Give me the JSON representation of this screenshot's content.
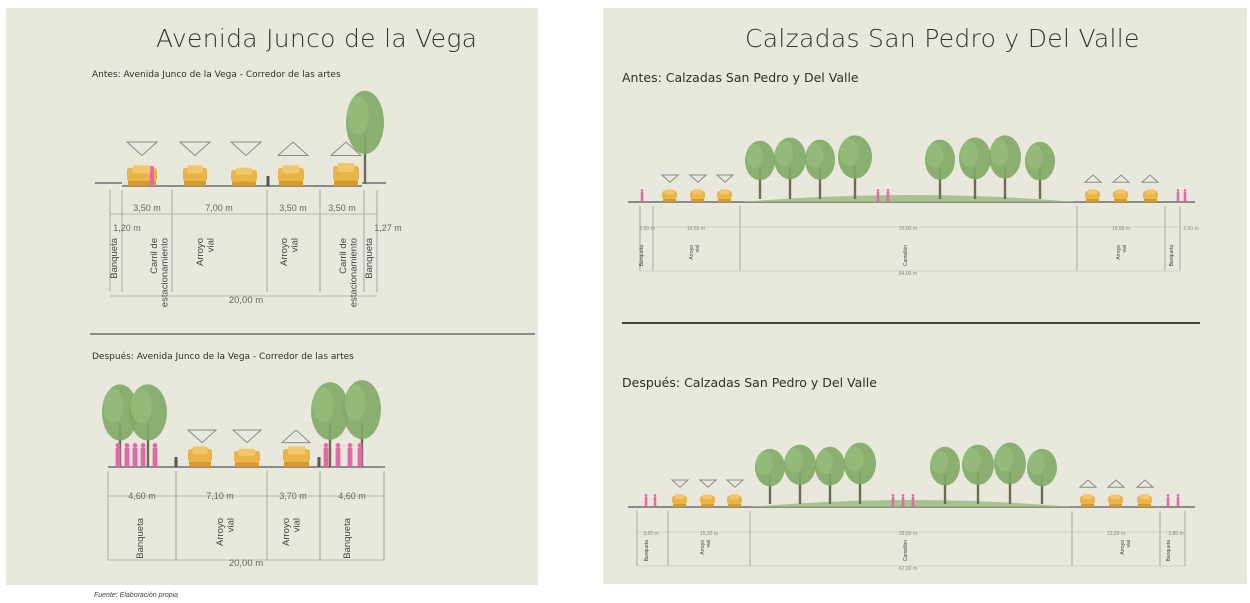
{
  "left": {
    "title": "Avenida Junco de la Vega",
    "before": {
      "caption": "Antes: Avenida Junco de la Vega - Corredor de las artes",
      "top_dims": [
        "3,50 m",
        "7,00 m",
        "3,50 m",
        "3,50 m"
      ],
      "edge_dims": [
        "1,20 m",
        "1,27 m"
      ],
      "labels": [
        "Banqueta",
        "Carril de estacionamiento",
        "Arroyo vial",
        "Arroyo vial",
        "Carril de estacionamiento",
        "Banqueta"
      ],
      "total": "20,00 m"
    },
    "after": {
      "caption": "Después: Avenida Junco de la Vega - Corredor de las artes",
      "dims": [
        "4,60 m",
        "7,10 m",
        "3,70 m",
        "4,60 m"
      ],
      "labels": [
        "Banqueta",
        "Arroyo vial",
        "Arroyo vial",
        "Banqueta"
      ],
      "total": "20,00 m"
    },
    "source": "Fuente: Elaboración propia"
  },
  "right": {
    "title": "Calzadas San Pedro y Del Valle",
    "before": {
      "caption": "Antes: Calzadas San Pedro y Del Valle",
      "dims": [
        "2,00 m",
        "16,55 m",
        "33,00 m",
        "16,50 m",
        "2,00 m"
      ],
      "labels": [
        "Banqueta",
        "Arroyo vial",
        "Camellón",
        "Arroyo vial",
        "Banqueta"
      ],
      "total": "64,00 m"
    },
    "after": {
      "caption": "Después: Calzadas San Pedro y Del Valle",
      "dims": [
        "3,60 m",
        "15,20 m",
        "28,00 m",
        "13,20 m",
        "3,80 m"
      ],
      "labels": [
        "Banqueta",
        "Arroyo vial",
        "Camellón",
        "Arroyo vial",
        "Banqueta"
      ],
      "total": "67,00 m"
    }
  },
  "colors": {
    "background": "#e8e8dc",
    "tree": "#7fa865",
    "car": "#e9b54a",
    "person": "#e06aa8",
    "median": "#9fba82",
    "line": "#555555"
  }
}
